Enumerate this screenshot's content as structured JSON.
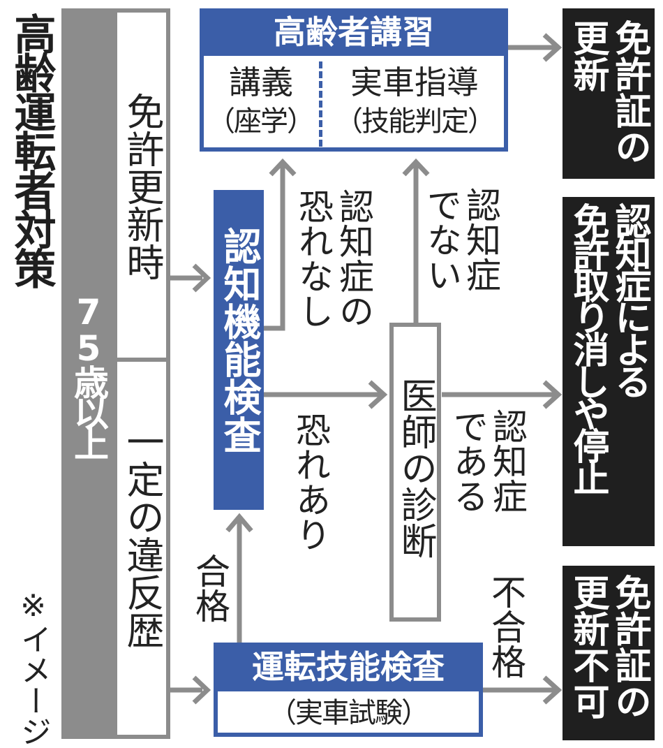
{
  "title": "高齢運転者対策",
  "note": "※イメージ",
  "age_bar": "75歳以上",
  "triggers": {
    "renewal": "免許更新時",
    "violation": "一定の違反歴"
  },
  "cognitive_test": "認知機能検査",
  "lecture": {
    "title": "高齢者講習",
    "left_main": "講義",
    "left_sub": "（座学）",
    "right_main": "実車指導",
    "right_sub": "（技能判定）"
  },
  "labels": {
    "no_risk": [
      "認知症の",
      "恐れなし"
    ],
    "risk": "恐れあり",
    "not_dementia": [
      "認知症",
      "でない"
    ],
    "dementia": [
      "認知症",
      "である"
    ],
    "pass": "合格",
    "fail": "不合格"
  },
  "doctor": "医師の診断",
  "driving_test": {
    "title": "運転技能検査",
    "sub": "（実車試験）"
  },
  "outcomes": {
    "renewal": [
      "免許証の",
      "更新"
    ],
    "revoke": [
      "認知症による",
      "免許取り消しや停止"
    ],
    "denied": [
      "免許証の",
      "更新不可"
    ]
  },
  "colors": {
    "blue": "#3b5ea8",
    "gray": "#8c8c8c",
    "black": "#1f1f1f"
  }
}
